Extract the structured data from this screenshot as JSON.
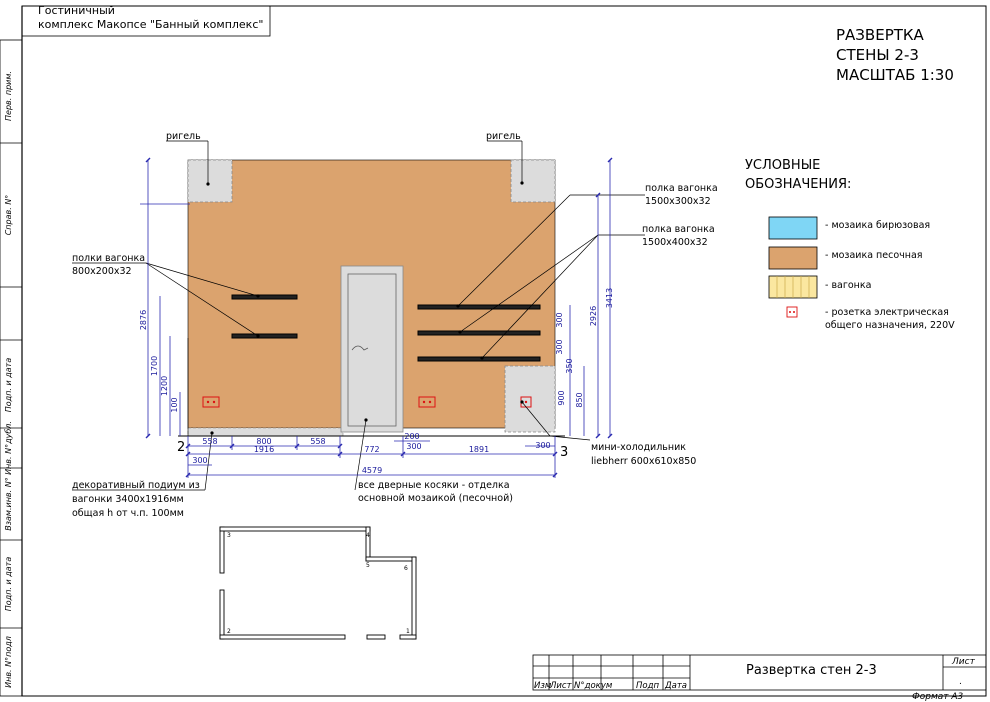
{
  "title_block": {
    "project_line1": "Гостиничный",
    "project_line2": "комплекс Макопсе \"Банный комплекс\"",
    "sheet_title": "Развертка стен 2-3",
    "sheet_label": "Лист",
    "format": "Формат А3",
    "sheet_dot": ".",
    "columns": [
      "Изм",
      "Лист",
      "N°докум",
      "Подп",
      "Дата"
    ]
  },
  "side_stamps": [
    "Перв. прим.",
    "Справ. N°",
    "Подп. и дата",
    "Инв. N°дубл.",
    "Взам.инв. N°",
    "Подп. и дата",
    "Инв. N°подл"
  ],
  "header": {
    "line1": "РАЗВЕРТКА",
    "line2": "СТЕНЫ 2-3",
    "line3": "МАСШТАБ 1:30"
  },
  "legend": {
    "title1": "УСЛОВНЫЕ",
    "title2": "ОБОЗНАЧЕНИЯ:",
    "items": [
      {
        "label": "- мозаика бирюзовая",
        "color": "#7fd6f5"
      },
      {
        "label": "- мозаика песочная",
        "color": "#dba36e"
      },
      {
        "label": "- вагонка",
        "color": "#fbe7a0"
      }
    ],
    "socket_line1": "- розетка электрическая",
    "socket_line2": "общего назначения, 220V"
  },
  "labels": {
    "rigel_left": "ригель",
    "rigel_right": "ригель",
    "shelves_left1": "полки вагонка",
    "shelves_left2": "800x200x32",
    "shelf_a1": "полка вагонка",
    "shelf_a2": "1500x300x32",
    "shelf_b1": "полка вагонка",
    "shelf_b2": "1500x400x32",
    "fridge1": "мини-холодильник",
    "fridge2": "liebherr 600x610x850",
    "podium1": "декоративный подиум из",
    "podium2": "вагонки 3400x1916мм",
    "podium3": "общая h от ч.п. 100мм",
    "door1": "все дверные косяки - отделка",
    "door2": "основной мозаикой (песочной)",
    "axis2": "2",
    "axis3": "3"
  },
  "dimensions": {
    "d558a": "558",
    "d800": "800",
    "d558b": "558",
    "d1916": "1916",
    "d300a": "300",
    "d772": "772",
    "d200": "200",
    "d300b": "300",
    "d1891": "1891",
    "d300c": "300",
    "d4579": "4579",
    "d2876": "2876",
    "d1700": "1700",
    "d1200": "1200",
    "d100": "100",
    "d2926": "2926",
    "d3413": "3413",
    "d300v1": "300",
    "d300v2": "300",
    "d350": "350",
    "d900": "900",
    "d850": "850"
  },
  "plan_marks": [
    "1",
    "2",
    "3",
    "4",
    "5",
    "6"
  ]
}
